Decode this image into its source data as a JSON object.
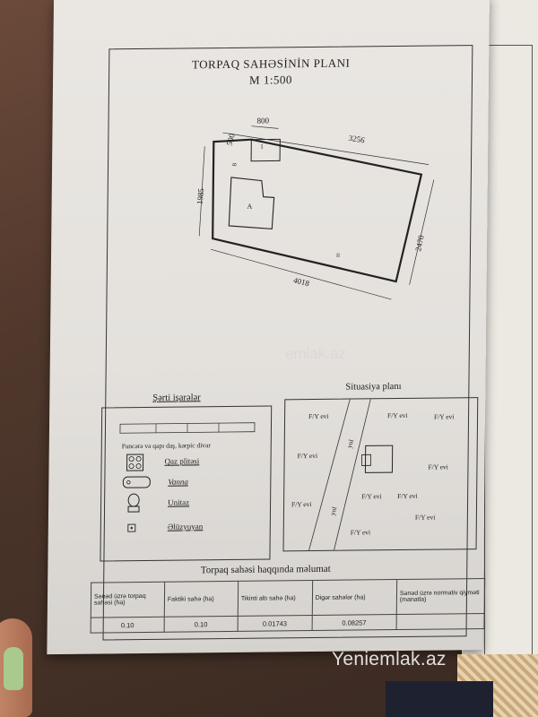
{
  "document": {
    "title": "TORPAQ SAHƏSİNİN PLANI",
    "scale": "M 1:500"
  },
  "plan": {
    "dimensions": {
      "top_left_segment": "800",
      "top_main": "3256",
      "left_short": "500",
      "left_main": "1985",
      "right": "2470",
      "bottom": "4018"
    },
    "building_marks": {
      "small_building": "1",
      "main_building": "A",
      "gate_mark": "B",
      "fence_mark": "II"
    }
  },
  "legend": {
    "title": "Şərti işarələr",
    "items": [
      {
        "label": "Pancərə və qapı daş, kərpic divar"
      },
      {
        "label": "Qaz plitəsi"
      },
      {
        "label": "Vanna"
      },
      {
        "label": "Unitaz"
      },
      {
        "label": "Əlüzyuyan"
      }
    ]
  },
  "situation": {
    "title": "Situasiya planı",
    "road_label_1": "yol",
    "road_label_2": "yol",
    "labels": [
      "F/Y evi",
      "F/Y evi",
      "F/Y evi",
      "F/Y evi",
      "F/Y evi",
      "F/Y evi",
      "F/Y evi",
      "F/Y evi",
      "F/Y evi",
      "F/Y evi"
    ]
  },
  "info": {
    "title": "Torpaq sahəsi haqqında məlumat",
    "headers": [
      "Sənəd üzrə torpaq sahəsi (ha)",
      "Faktiki sahə (ha)",
      "Tikinti altı sahə (ha)",
      "Digər sahələr (ha)",
      "Sənəd üzrə normativ qiyməti (manatla)"
    ],
    "values": [
      "0.10",
      "0.10",
      "0.01743",
      "0.08257",
      ""
    ]
  },
  "watermark": {
    "main": "Yeniemlak.az",
    "faint": "emlak.az"
  }
}
